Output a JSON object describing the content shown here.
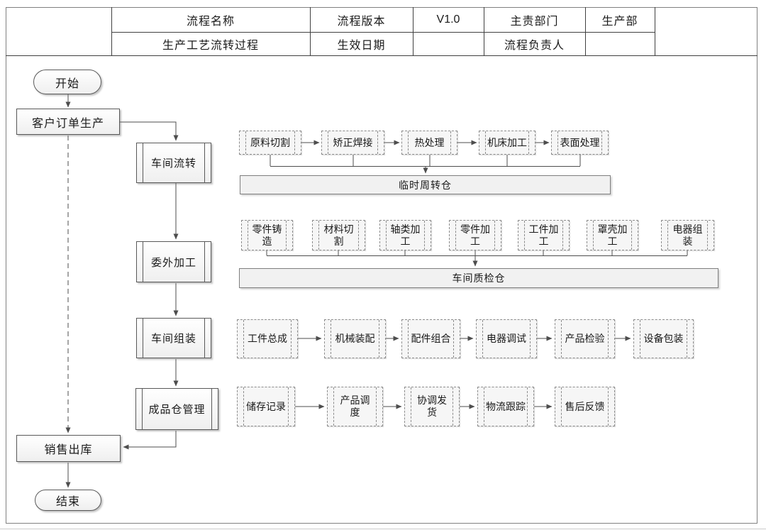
{
  "header": {
    "process_name_label": "流程名称",
    "process_name_value": "生产工艺流转过程",
    "version_label": "流程版本",
    "version_value": "V1.0",
    "effective_date_label": "生效日期",
    "effective_date_value": "",
    "department_label": "主责部门",
    "department_value": "生产部",
    "owner_label": "流程负责人",
    "owner_value": ""
  },
  "flow": {
    "start": "开始",
    "customer_order": "客户订单生产",
    "stages": [
      {
        "label": "车间流转",
        "steps": [
          "原料切割",
          "矫正焊接",
          "热处理",
          "机床加工",
          "表面处理"
        ],
        "collector": "临时周转仓"
      },
      {
        "label": "委外加工",
        "steps": [
          "零件铸造",
          "材料切割",
          "轴类加工",
          "零件加工",
          "工件加工",
          "罩壳加工",
          "电器组装"
        ],
        "collector": "车间质检仓"
      },
      {
        "label": "车间组装",
        "steps": [
          "工件总成",
          "机械装配",
          "配件组合",
          "电器调试",
          "产品检验",
          "设备包装"
        ]
      },
      {
        "label": "成品仓管理",
        "steps": [
          "储存记录",
          "产品调度",
          "协调发货",
          "物流跟踪",
          "售后反馈"
        ]
      }
    ],
    "sales_outbound": "销售出库",
    "end": "结束"
  },
  "colors": {
    "solid_border": "#595959",
    "dashed_border": "#8c8c8c",
    "connector": "#4d4d4d",
    "light_fill": "#f1f1f1"
  }
}
